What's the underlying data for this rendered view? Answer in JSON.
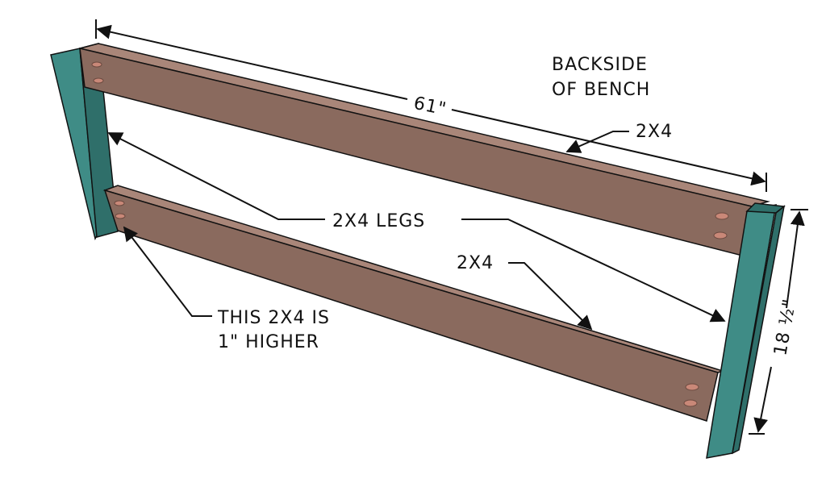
{
  "diagram": {
    "labels": {
      "title_line1": "BACKSIDE",
      "title_line2": "OF BENCH",
      "width_dimension": "61\"",
      "top_board": "2X4",
      "legs": "2X4 LEGS",
      "bottom_board": "2X4",
      "note_line1": "THIS 2X4 IS",
      "note_line2": "1\" HIGHER",
      "height_dimension": "18 ½\""
    },
    "colors": {
      "leg_front": "#3f8c86",
      "leg_side": "#2f6f6a",
      "board_front": "#8a6a5e",
      "board_top": "#a98679",
      "screw_hole": "#c98878",
      "line": "#111111"
    }
  }
}
